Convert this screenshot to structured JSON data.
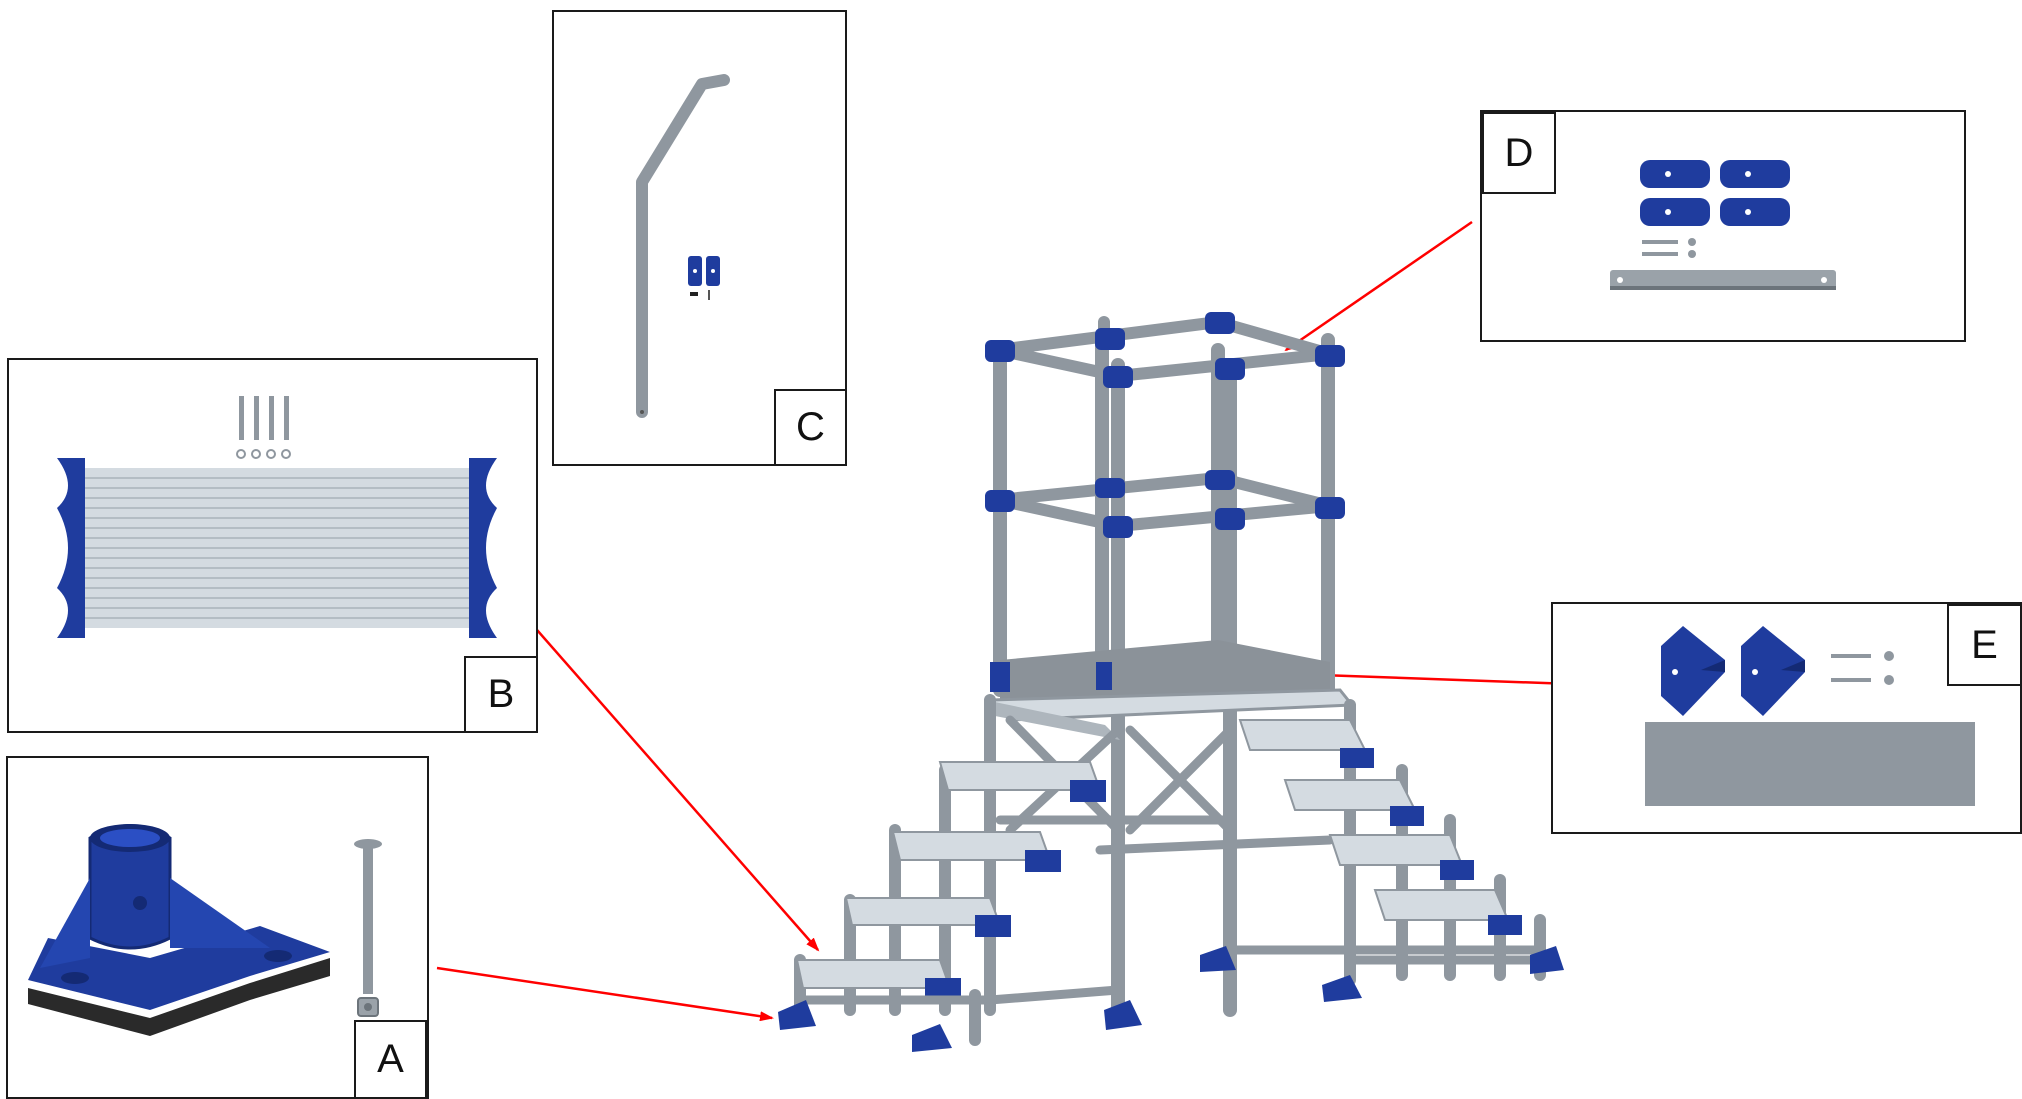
{
  "colors": {
    "frame_gray": "#8f979f",
    "frame_gray_dark": "#6c747b",
    "fitting_blue": "#1f3c9e",
    "fitting_blue_dark": "#142a74",
    "tread_light": "#d4dbe1",
    "callout_red": "#ff0000",
    "rubber_black": "#2a2a2a"
  },
  "panels": {
    "A": {
      "label": "A"
    },
    "B": {
      "label": "B"
    },
    "C": {
      "label": "C"
    },
    "D": {
      "label": "D"
    },
    "E": {
      "label": "E"
    }
  }
}
